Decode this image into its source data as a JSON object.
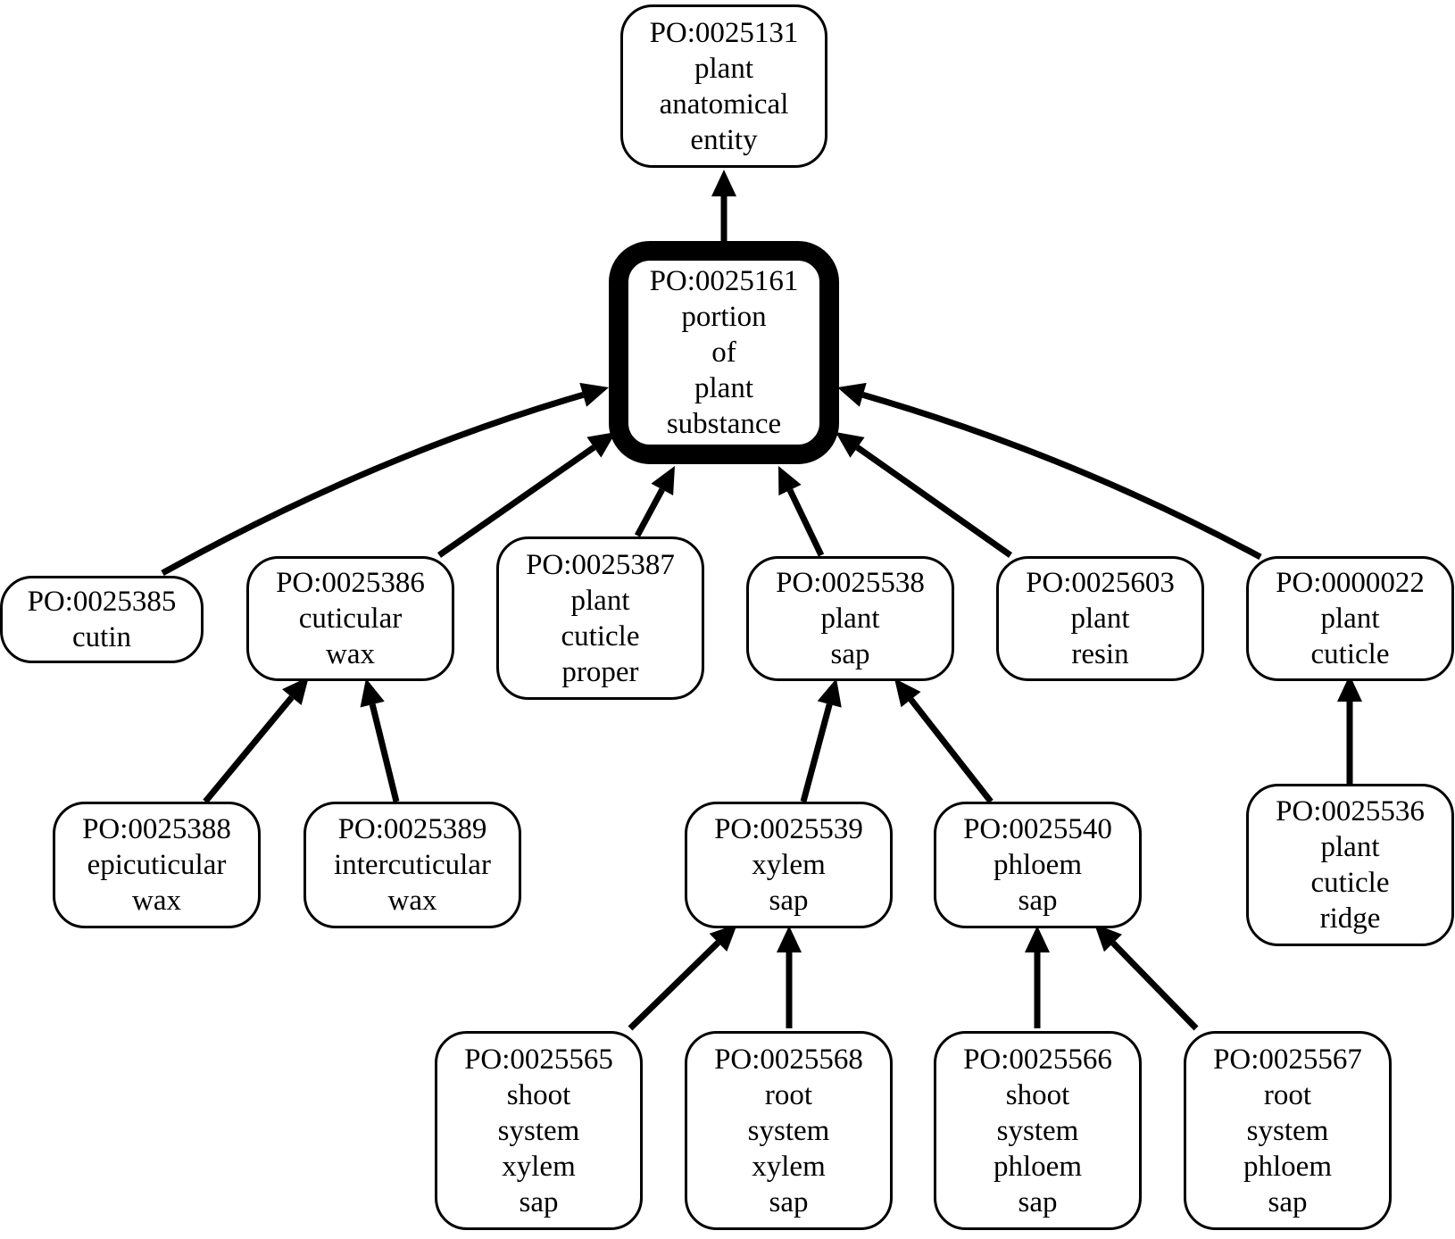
{
  "nodes": [
    {
      "id": "PO:0025131",
      "lines": [
        "plant",
        "anatomical",
        "entity"
      ]
    },
    {
      "id": "PO:0025161",
      "lines": [
        "portion",
        "of",
        "plant",
        "substance"
      ],
      "focus": true
    },
    {
      "id": "PO:0025385",
      "lines": [
        "cutin"
      ]
    },
    {
      "id": "PO:0025386",
      "lines": [
        "cuticular",
        "wax"
      ]
    },
    {
      "id": "PO:0025387",
      "lines": [
        "plant",
        "cuticle",
        "proper"
      ]
    },
    {
      "id": "PO:0025538",
      "lines": [
        "plant",
        "sap"
      ]
    },
    {
      "id": "PO:0025603",
      "lines": [
        "plant",
        "resin"
      ]
    },
    {
      "id": "PO:0000022",
      "lines": [
        "plant",
        "cuticle"
      ]
    },
    {
      "id": "PO:0025388",
      "lines": [
        "epicuticular",
        "wax"
      ]
    },
    {
      "id": "PO:0025389",
      "lines": [
        "intercuticular",
        "wax"
      ]
    },
    {
      "id": "PO:0025539",
      "lines": [
        "xylem",
        "sap"
      ]
    },
    {
      "id": "PO:0025540",
      "lines": [
        "phloem",
        "sap"
      ]
    },
    {
      "id": "PO:0025536",
      "lines": [
        "plant",
        "cuticle",
        "ridge"
      ]
    },
    {
      "id": "PO:0025565",
      "lines": [
        "shoot",
        "system",
        "xylem",
        "sap"
      ]
    },
    {
      "id": "PO:0025568",
      "lines": [
        "root",
        "system",
        "xylem",
        "sap"
      ]
    },
    {
      "id": "PO:0025566",
      "lines": [
        "shoot",
        "system",
        "phloem",
        "sap"
      ]
    },
    {
      "id": "PO:0025567",
      "lines": [
        "root",
        "system",
        "phloem",
        "sap"
      ]
    }
  ],
  "edges": [
    {
      "from": "PO:0025161",
      "to": "PO:0025131"
    },
    {
      "from": "PO:0025385",
      "to": "PO:0025161"
    },
    {
      "from": "PO:0025386",
      "to": "PO:0025161"
    },
    {
      "from": "PO:0025387",
      "to": "PO:0025161"
    },
    {
      "from": "PO:0025538",
      "to": "PO:0025161"
    },
    {
      "from": "PO:0025603",
      "to": "PO:0025161"
    },
    {
      "from": "PO:0000022",
      "to": "PO:0025161"
    },
    {
      "from": "PO:0025388",
      "to": "PO:0025386"
    },
    {
      "from": "PO:0025389",
      "to": "PO:0025386"
    },
    {
      "from": "PO:0025539",
      "to": "PO:0025538"
    },
    {
      "from": "PO:0025540",
      "to": "PO:0025538"
    },
    {
      "from": "PO:0025536",
      "to": "PO:0000022"
    },
    {
      "from": "PO:0025565",
      "to": "PO:0025539"
    },
    {
      "from": "PO:0025568",
      "to": "PO:0025539"
    },
    {
      "from": "PO:0025566",
      "to": "PO:0025540"
    },
    {
      "from": "PO:0025567",
      "to": "PO:0025540"
    }
  ]
}
